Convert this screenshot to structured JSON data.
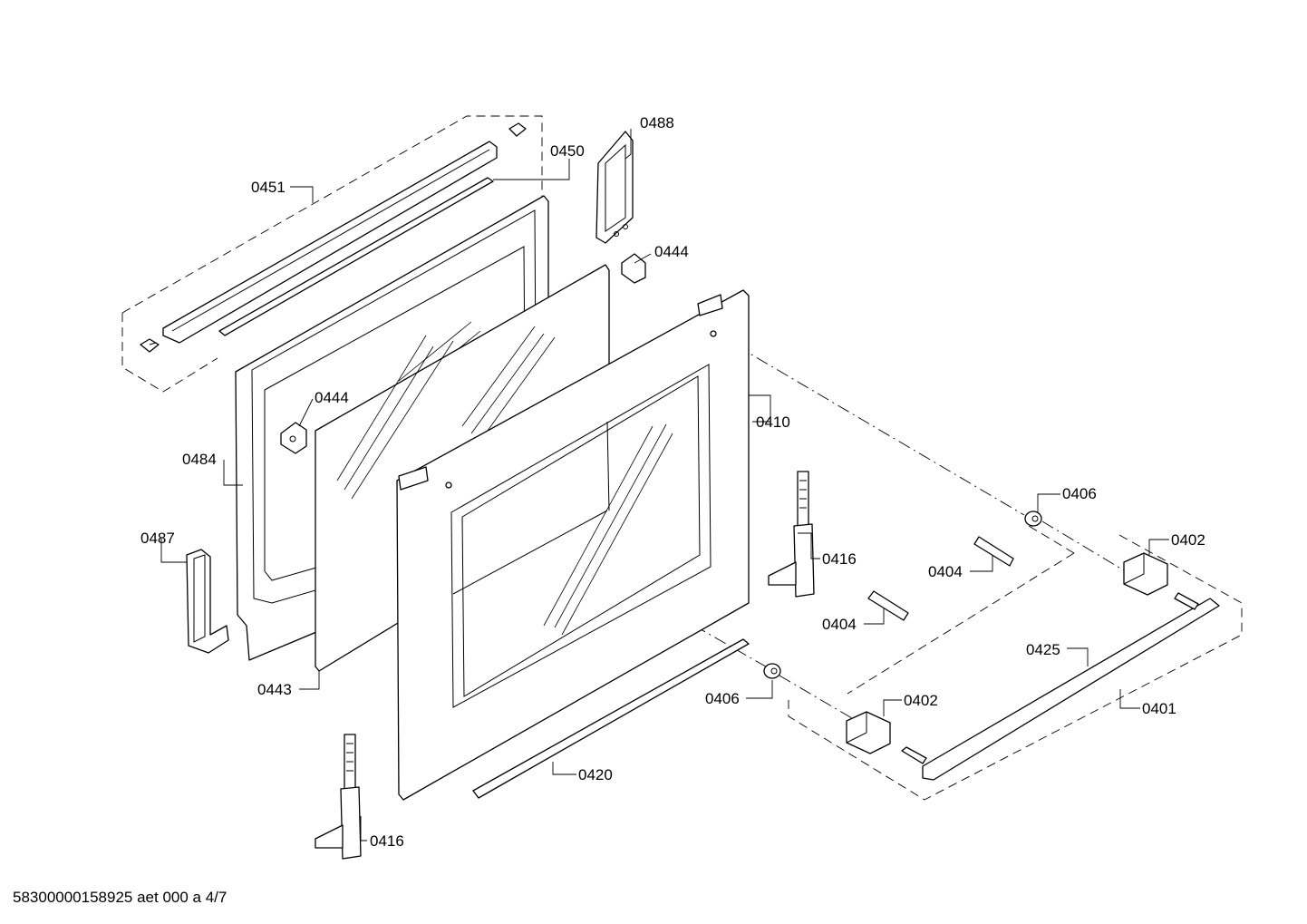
{
  "footer": {
    "text": "58300000158925 aet 000 a 4/7"
  },
  "callouts": {
    "c0488": "0488",
    "c0450": "0450",
    "c0451": "0451",
    "c0444a": "0444",
    "c0444b": "0444",
    "c0410": "0410",
    "c0484": "0484",
    "c0406a": "0406",
    "c0402a": "0402",
    "c0416a": "0416",
    "c0404a": "0404",
    "c0487": "0487",
    "c0404b": "0404",
    "c0425": "0425",
    "c0443": "0443",
    "c0406b": "0406",
    "c0402b": "0402",
    "c0401": "0401",
    "c0420": "0420",
    "c0416b": "0416"
  }
}
